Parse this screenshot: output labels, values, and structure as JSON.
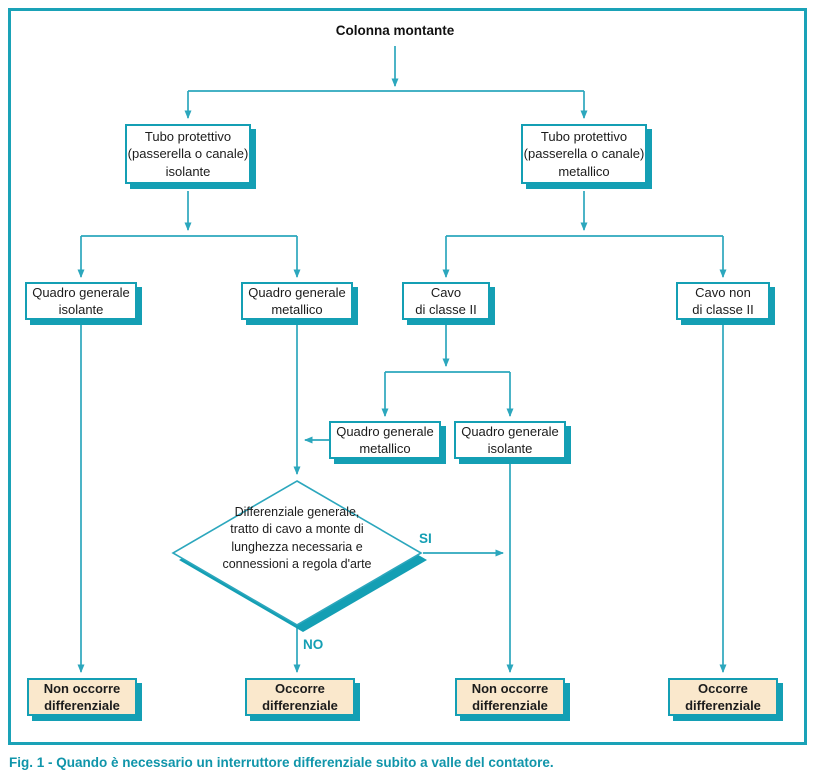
{
  "title": "Colonna montante",
  "caption": "Fig. 1 - Quando è necessario un interruttore differenziale subito a valle del contatore.",
  "colors": {
    "teal_border": "#149fb4",
    "teal_line": "#2ca7bd",
    "teal_caption": "#1095aa",
    "outcome_fill": "#fae8cc"
  },
  "branch_labels": {
    "yes": "SI",
    "no": "NO"
  },
  "nodes": {
    "tubo_isolante": "Tubo protettivo\n(passerella o canale)\nisolante",
    "tubo_metallico": "Tubo protettivo\n(passerella o canale)\nmetallico",
    "quadro_isolante_1": "Quadro generale\nisolante",
    "quadro_metallico_1": "Quadro generale\nmetallico",
    "cavo_classe_2": "Cavo\ndi classe II",
    "cavo_non_classe_2": "Cavo non\ndi classe II",
    "quadro_metallico_2": "Quadro generale\nmetallico",
    "quadro_isolante_2": "Quadro generale\nisolante",
    "decision": "Differenziale generale,\ntratto di cavo a monte di\nlunghezza necessaria e\nconnessioni a regola d'arte",
    "out_non_occorre_1": "Non occorre\ndifferenziale",
    "out_occorre_1": "Occorre\ndifferenziale",
    "out_non_occorre_2": "Non occorre\ndifferenziale",
    "out_occorre_2": "Occorre\ndifferenziale"
  }
}
